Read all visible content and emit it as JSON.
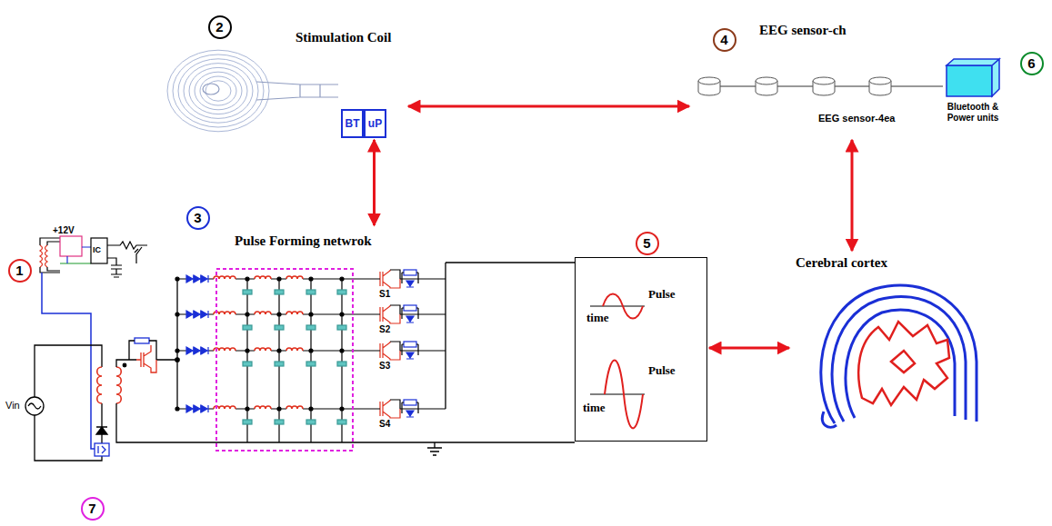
{
  "diagram": {
    "nodes": [
      {
        "text": [
          "Stimulation Coil"
        ]
      },
      {
        "text": [
          "BT"
        ],
        "in": 0
      },
      {
        "text": [
          "uP"
        ],
        "in": 0
      },
      {
        "text": [
          "EEG sensor-ch",
          "EEG sensor-4ea"
        ]
      },
      {
        "text": [
          "Bluetooth & Power units"
        ],
        "in": 3
      },
      {
        "text": [
          "Pulse Forming netwrok"
        ]
      },
      {
        "text": [
          "Pulse",
          "time",
          "Pulse",
          "time"
        ]
      },
      {
        "text": [
          "Cerebral cortex"
        ]
      }
    ],
    "edges": [
      {
        "from": 0,
        "to": 3,
        "arrow": "both"
      },
      {
        "from": 2,
        "to": 5,
        "arrow": "both"
      },
      {
        "from": 3,
        "to": 7,
        "arrow": "both"
      },
      {
        "from": 6,
        "to": 7,
        "arrow": "both"
      }
    ],
    "labels": [
      "1",
      "+12V",
      "IC",
      "Vin",
      "S1",
      "S2",
      "S3",
      "S4",
      "2",
      "3",
      "4",
      "5",
      "6",
      "7"
    ]
  }
}
